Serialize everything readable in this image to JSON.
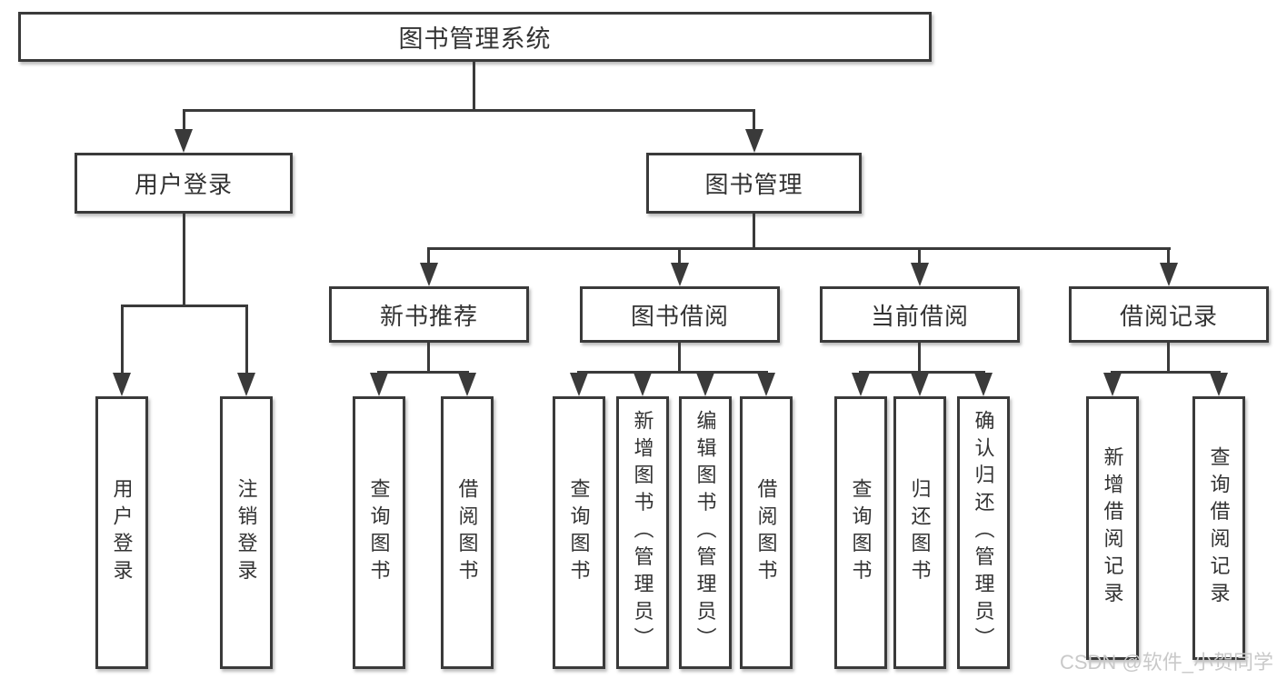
{
  "tree": {
    "root": {
      "label": "图书管理系统"
    },
    "children": [
      {
        "label": "用户登录",
        "children": [
          {
            "label": "用户登录"
          },
          {
            "label": "注销登录"
          }
        ]
      },
      {
        "label": "图书管理",
        "children": [
          {
            "label": "新书推荐",
            "children": [
              {
                "label": "查询图书"
              },
              {
                "label": "借阅图书"
              }
            ]
          },
          {
            "label": "图书借阅",
            "children": [
              {
                "label": "查询图书"
              },
              {
                "label": "新增图书（管理员）"
              },
              {
                "label": "编辑图书（管理员）"
              },
              {
                "label": "借阅图书"
              }
            ]
          },
          {
            "label": "当前借阅",
            "children": [
              {
                "label": "查询图书"
              },
              {
                "label": "归还图书"
              },
              {
                "label": "确认归还（管理员）"
              }
            ]
          },
          {
            "label": "借阅记录",
            "children": [
              {
                "label": "新增借阅记录"
              },
              {
                "label": "查询借阅记录"
              }
            ]
          }
        ]
      }
    ]
  },
  "watermark": {
    "text": "CSDN @软件_小贺同学"
  },
  "colors": {
    "line": "#3a3a3a",
    "text": "#333333",
    "watermark": "#c9c9c9",
    "background": "#ffffff"
  }
}
